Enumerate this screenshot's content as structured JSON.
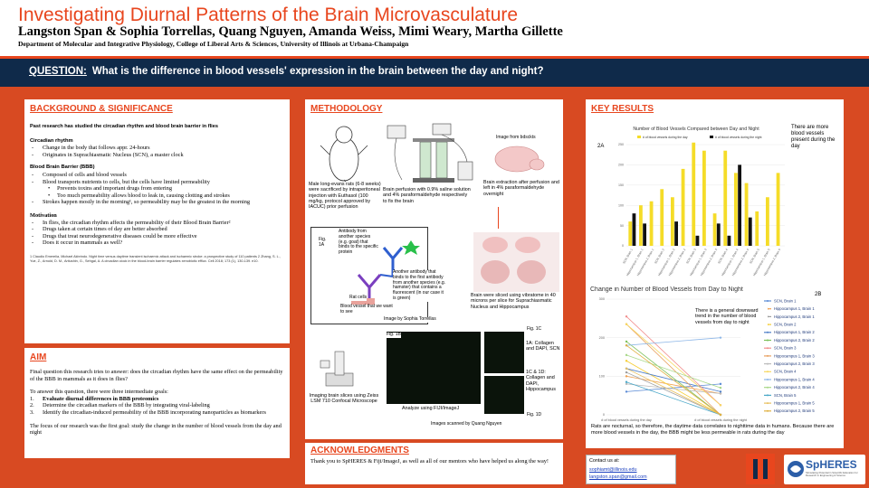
{
  "title": "Investigating Diurnal Patterns of the Brain Microvasculature",
  "authors": "Langston Span & Sophia Torrellas, Quang Nguyen, Amanda Weiss, Mimi Weary, Martha Gillette",
  "department": "Department of Molecular and Integrative Physiology, College of Liberal Arts & Sciences, University of Illinois at Urbana-Champaign",
  "question": {
    "label": "QUESTION:",
    "text": "What is the difference in blood vessels' expression in the brain between the day and night?"
  },
  "background": {
    "heading": "BACKGROUND & SIGNIFICANCE",
    "intro": "Past research has studied the circadian rhythm and blood brain barrier in flies",
    "circadian_title": "Circadian rhythm",
    "circadian_items": [
      "Change in the body that follows appr. 24-hours",
      "Originates in Suprachiasmatic Nucleus (SCN), a master clock"
    ],
    "bbb_title": "Blood Brain Barrier (BBB)",
    "bbb_items": [
      "Composed of cells and blood vessels",
      "Blood transports nutrients to cells, but the cells have limited permeability"
    ],
    "bbb_subitems": [
      "Prevents toxins and important drugs from entering",
      "Too much permeability allows blood to leak in, causing clotting and strokes"
    ],
    "bbb_last": "Strokes happen mostly in the morning¹, so permeability may be the greatest in the morning",
    "motivation_title": "Motivation",
    "motivation_items": [
      "In flies, the circadian rhythm affects the permeability of their Blood Brain Barrier²",
      "Drugs taken at certain times of day are better absorbed",
      "Drugs that treat neurodegenerative diseases could be more effective",
      "Does it occur in mammals as well?"
    ],
    "refs": "1 Claudio Emerelia, Michael Akbrindo. Night time versus daytime transient ischaemic attack and ischaemic stroke: a prospective study of 110 patients 2 Zhang, S. L., Yue, Z., Arnold, D. M., Artiushin, G., Sehgal, A. A circadian clock in the blood-brain barrier regulates xenobiotic efflux. Cell 2018; 173 (1), 130-139. e10."
  },
  "aim": {
    "heading": "AIM",
    "p1": "Final question this research tries to answer: does the circadian rhythm have the same effect on the permeability of the BBB in mammals as it does in flies?",
    "p2": "To answer this question, there were three intermediate goals:",
    "goals": [
      {
        "num": "1.",
        "text": "Evaluate diurnal differences in BBB proteomics"
      },
      {
        "num": "2.",
        "text": "Determine the circadian markers of the BBB by integrating viral-labeling"
      },
      {
        "num": "3.",
        "text": "Identify the circadian-induced permeability of the BBB incorporating nanoparticles as biomarkers"
      }
    ],
    "p3": "The focus of our research was the first goal: study the change in the number of blood vessels from the day and night"
  },
  "methodology": {
    "heading": "METHODOLOGY",
    "rat_caption": "Male long-evans rats (6-8 weeks) were sacrificed by intraperitoneal injection with Euthasol (100 mg/kg, protocol approved by IACUC) prior perfusion",
    "perfusion_caption": "Brain perfusion with 0.9% saline solution and 4% paraformaldehyde respectively to fix the brain",
    "image_from": "Image from bdsckts",
    "extraction_caption": "Brain extraction after perfusion and left in 4% paraformaldehyde overnight",
    "fig1a": "Fig. 1A",
    "antibody1": "Antibody from another species (e.g. goat) that binds to the specific protein",
    "antibody2": "Another antibody that binds to the first antibody from another species (e.g. hamster) that contains a fluorescent (in our case it is green)",
    "rat_cells": "Rat cells",
    "blood_vessel": "Blood vessel that we want to see",
    "image_by": "Image by Sophia Torrellas",
    "sliced_caption": "Brain were sliced using vibratome in 40 microns per slice for Suprachiasmatic Nucleus and Hippocampus",
    "imaging_caption": "Imaging brain slices using Zeiss LSM 710 Confocal Microscope",
    "analyze_caption": "Analyze using FIJI/ImageJ",
    "fig1b": "Fig. 1B",
    "fig1c": "Fig. 1C",
    "fig1d": "Fig. 1D",
    "caption_1a": "1A: Collagen and DAPI, SCN",
    "caption_1c": "1C & 1D: Collagen and DAPI, Hippocampus",
    "scanned_by": "Images scanned by Quang Nguyen"
  },
  "ack": {
    "heading": "ACKNOWLEDGMENTS",
    "text": "Thank you to SpHERES & Fiji/ImageJ, as well as all of our mentors who have helped us along the way!"
  },
  "results": {
    "heading": "KEY RESULTS",
    "label_2a": "2A",
    "label_2b": "2B",
    "note_day": "There are more blood vessels present during the day",
    "note_trend": "There is a general downward trend in the number of blood vessels from day to night",
    "conclusion": "Rats are nocturnal, so therefore, the daytime data correlates to nighttime data in humans. Because there are more blood vessels in the day, the BBB might be less permeable in rats during the day"
  },
  "contact": {
    "label": "Contact us at:",
    "email1": "sophiamt@illinois.edu",
    "email2": "langston.span@gmail.com"
  },
  "logo": {
    "name": "SpHERES",
    "subtitle": "Stimulating Potential in Scientific Education for Research in Engineering & Science"
  },
  "colors": {
    "day": "#f5dc28",
    "night": "#111111",
    "accent": "#e8461e",
    "navy": "#0f2a4a"
  },
  "chart_data": [
    {
      "type": "bar",
      "title": "Number of Blood Vessels Compared between Day and Night",
      "ylim": [
        0,
        250
      ],
      "yticks": [
        0,
        50,
        100,
        150,
        200,
        250
      ],
      "categories": [
        "SCN, Brain 1",
        "Hippocampus 1, Brain 1",
        "Hippocampus 2, Brain 1",
        "SCN, Brain 2",
        "Hippocampus 1, Brain 2",
        "Hippocampus 2, Brain 2",
        "SCN, Brain 3",
        "Hippocampus 1, Brain 3",
        "Hippocampus 2, Brain 3",
        "SCN, Brain 4",
        "Hippocampus 1, Brain 4",
        "Hippocampus 2, Brain 4",
        "SCN, Brain 5",
        "Hippocampus 1, Brain 5",
        "Hippocampus 2, Brain 5"
      ],
      "series": [
        {
          "name": "# of blood vessels during the day",
          "values": [
            60,
            100,
            110,
            140,
            120,
            190,
            255,
            235,
            80,
            235,
            180,
            155,
            85,
            120,
            180
          ]
        },
        {
          "name": "# of blood vessels during the night",
          "values": [
            80,
            55,
            0,
            0,
            60,
            0,
            25,
            0,
            55,
            25,
            200,
            70,
            0,
            0,
            0
          ]
        }
      ]
    },
    {
      "type": "line",
      "title": "Change in Number of Blood Vessels from Day to Night",
      "ylim": [
        0,
        300
      ],
      "yticks": [
        0,
        100,
        200,
        300
      ],
      "x": [
        "# of blood vessels during the day",
        "# of blood vessels during the night"
      ],
      "series": [
        {
          "name": "SCN, Brain 1",
          "values": [
            60,
            80
          ],
          "color": "#5b8bd6"
        },
        {
          "name": "Hippocampus 1, Brain 1",
          "values": [
            100,
            55
          ],
          "color": "#f0a050"
        },
        {
          "name": "Hippocampus 2, Brain 1",
          "values": [
            110,
            0
          ],
          "color": "#9e9e9e"
        },
        {
          "name": "SCN, Brain 2",
          "values": [
            140,
            0
          ],
          "color": "#f5cc30"
        },
        {
          "name": "Hippocampus 1, Brain 2",
          "values": [
            120,
            60
          ],
          "color": "#4f7fc8"
        },
        {
          "name": "Hippocampus 2, Brain 2",
          "values": [
            190,
            0
          ],
          "color": "#7dc05a"
        },
        {
          "name": "SCN, Brain 3",
          "values": [
            255,
            25
          ],
          "color": "#f28e8e"
        },
        {
          "name": "Hippocampus 1, Brain 3",
          "values": [
            235,
            0
          ],
          "color": "#e8a060"
        },
        {
          "name": "Hippocampus 2, Brain 3",
          "values": [
            80,
            55
          ],
          "color": "#bbbbbb"
        },
        {
          "name": "SCN, Brain 4",
          "values": [
            235,
            25
          ],
          "color": "#f7d860"
        },
        {
          "name": "Hippocampus 1, Brain 4",
          "values": [
            180,
            200
          ],
          "color": "#8fb8e8"
        },
        {
          "name": "Hippocampus 2, Brain 4",
          "values": [
            155,
            70
          ],
          "color": "#a8d888"
        },
        {
          "name": "SCN, Brain 5",
          "values": [
            85,
            0
          ],
          "color": "#4aa8c8"
        },
        {
          "name": "Hippocampus 1, Brain 5",
          "values": [
            120,
            0
          ],
          "color": "#e8c060"
        },
        {
          "name": "Hippocampus 2, Brain 5",
          "values": [
            180,
            0
          ],
          "color": "#e0b040"
        }
      ]
    }
  ]
}
